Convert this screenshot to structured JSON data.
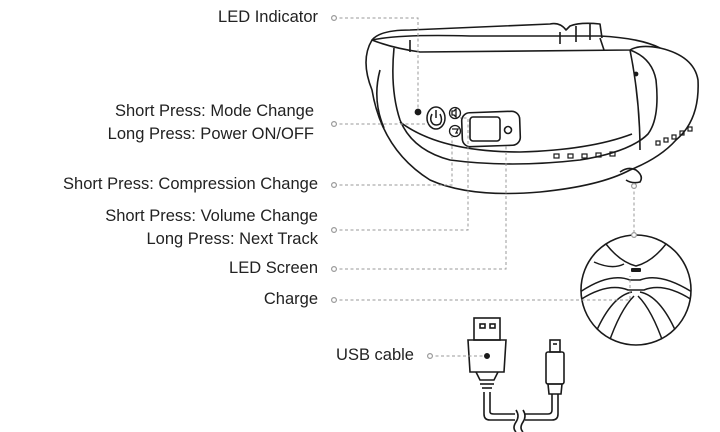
{
  "labels": {
    "led_indicator": "LED Indicator",
    "mode_line1": "Short Press: Mode Change",
    "mode_line2": "Long Press: Power ON/OFF",
    "compression": "Short Press: Compression Change",
    "volume_line1": "Short Press: Volume Change",
    "volume_line2": "Long Press: Next Track",
    "led_screen": "LED Screen",
    "charge": "Charge",
    "usb_cable": "USB cable"
  },
  "colors": {
    "outline": "#1a1a1a",
    "leader": "#9a9a9a",
    "text": "#222222"
  },
  "icons": [
    "power-icon",
    "volume-icon",
    "compression-icon"
  ]
}
